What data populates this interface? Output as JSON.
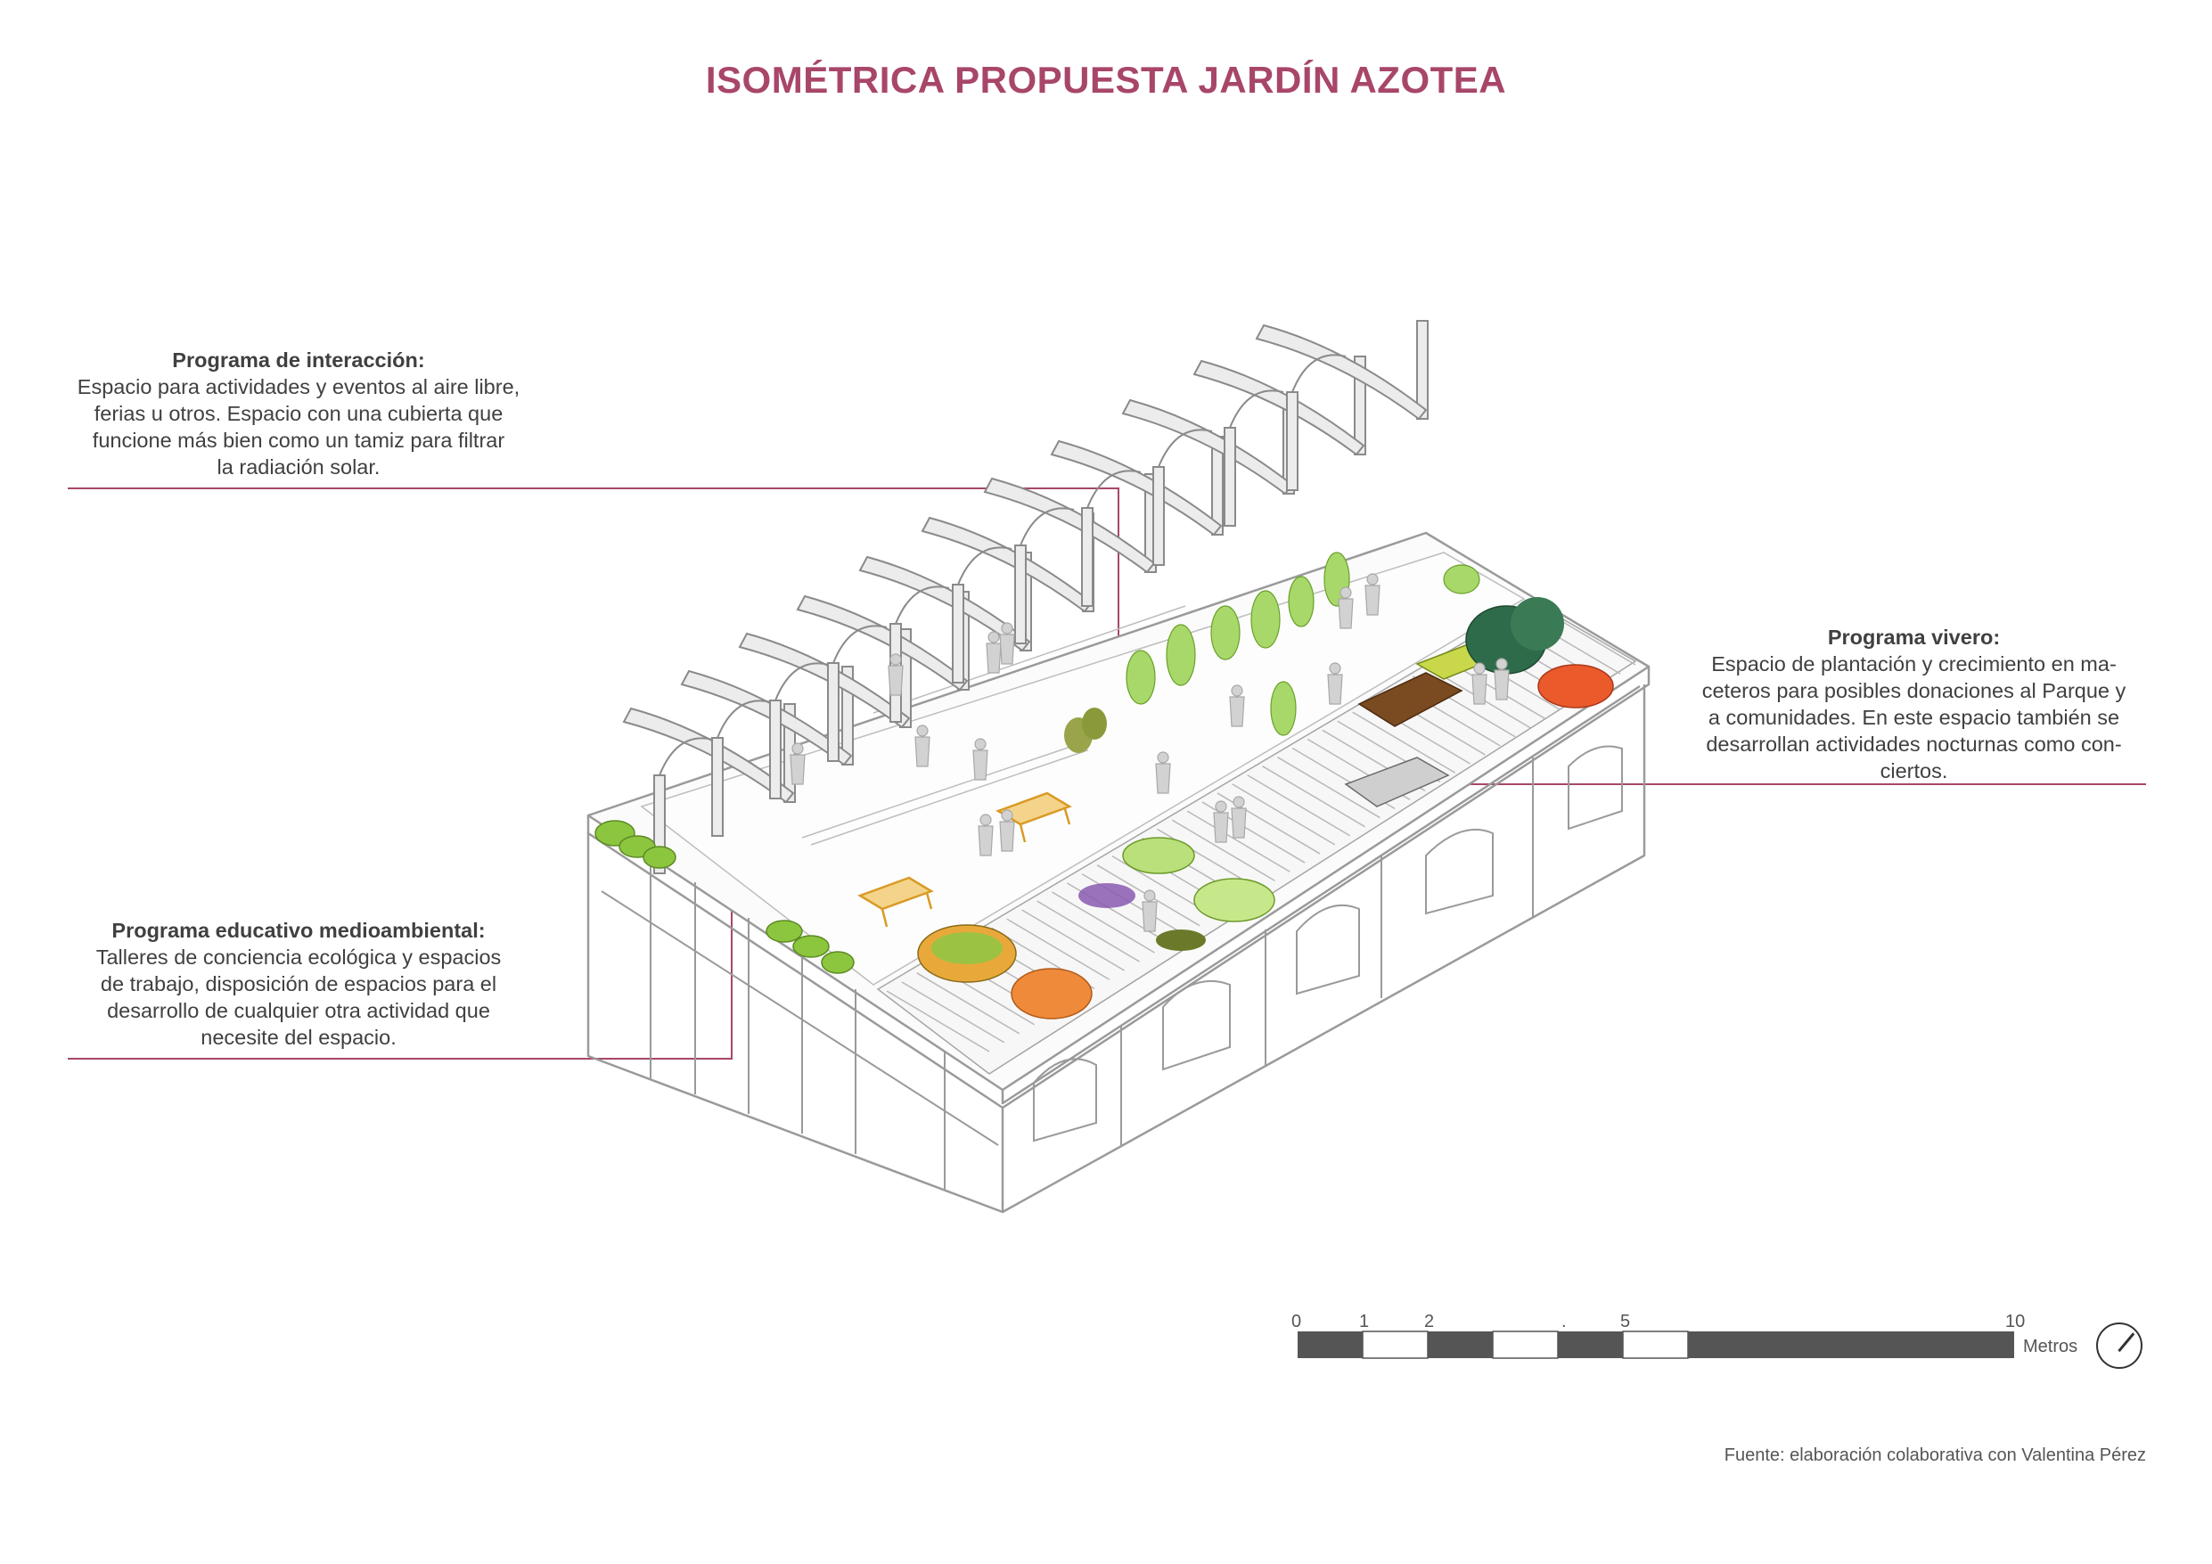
{
  "title": "ISOMÉTRICA PROPUESTA JARDÍN AZOTEA",
  "callouts": {
    "interaccion": {
      "heading": "Programa de interacción:",
      "lines": [
        "Espacio para actividades y eventos al aire libre,",
        "ferias u otros. Espacio con una cubierta que",
        "funcione más bien como un tamiz para filtrar",
        "la radiación solar."
      ]
    },
    "educativo": {
      "heading": "Programa educativo medioambiental:",
      "lines": [
        "Talleres de conciencia ecológica y espacios",
        "de trabajo, disposición de espacios para el",
        "desarrollo de cualquier otra actividad que",
        "necesite del espacio."
      ]
    },
    "vivero": {
      "heading": "Programa vivero:",
      "lines": [
        "Espacio de plantación y crecimiento en ma-",
        "ceteros para posibles donaciones al Parque y",
        "a comunidades. En este espacio también se",
        "desarrollan actividades nocturnas como con-",
        "ciertos."
      ]
    }
  },
  "scale": {
    "ticks": [
      "0",
      "1",
      "2",
      ".",
      "5",
      "10"
    ],
    "unit": "Metros"
  },
  "source": "Fuente: elaboración colaborativa con Valentina Pérez",
  "colors": {
    "accent": "#a8466a",
    "text": "#404040",
    "linework": "#9a9a9a",
    "bench": "#e0a83a",
    "foliage_green": "#8cc63f",
    "foliage_dark": "#2e6b4a",
    "foliage_orange": "#e86a2a",
    "foliage_purple": "#8a5ab0",
    "soil_brown": "#7a4a20"
  }
}
